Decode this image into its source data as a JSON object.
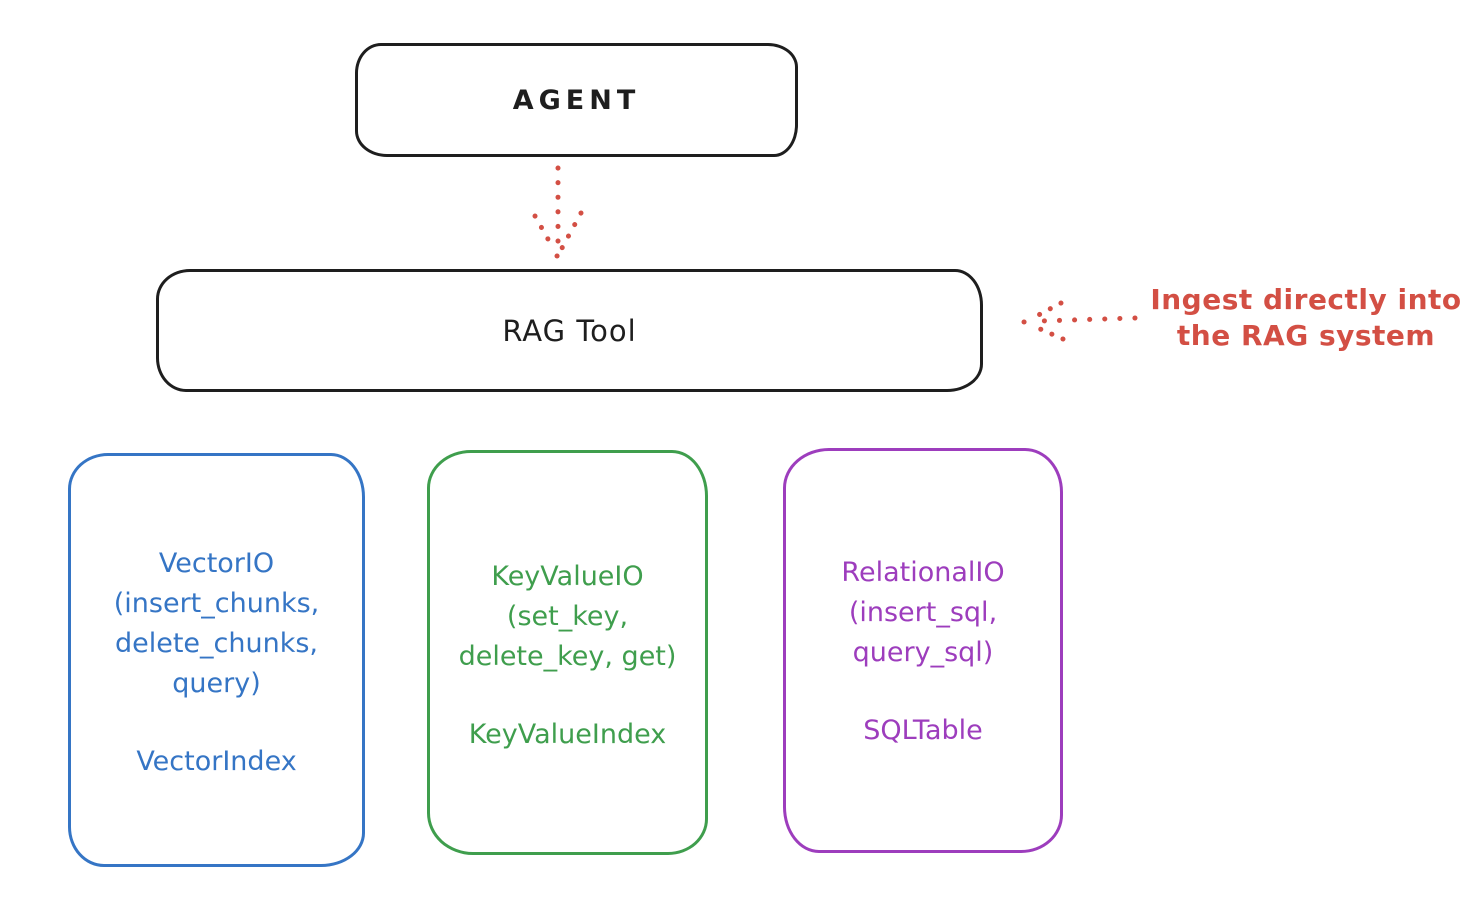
{
  "diagram": {
    "agent_box": {
      "label": "AGENT"
    },
    "rag_tool_box": {
      "label": "RAG Tool"
    },
    "agent_arrow": {
      "style": "dotted",
      "direction": "down",
      "color": "#d34f44"
    },
    "annotation": {
      "line1": "Ingest directly into",
      "line2": "the RAG system",
      "arrow_direction": "left",
      "color": "#d34f44"
    },
    "io_boxes": [
      {
        "name": "VectorIO",
        "color": "#3575c5",
        "lines": [
          "VectorIO",
          "(insert_chunks,",
          "delete_chunks,",
          "query)"
        ],
        "index_label": "VectorIndex"
      },
      {
        "name": "KeyValueIO",
        "color": "#3f9e4d",
        "lines": [
          "KeyValueIO",
          "(set_key,",
          "delete_key, get)"
        ],
        "index_label": "KeyValueIndex"
      },
      {
        "name": "RelationalIO",
        "color": "#9d3dbd",
        "lines": [
          "RelationalIO",
          "(insert_sql,",
          "query_sql)"
        ],
        "index_label": "SQLTable"
      }
    ],
    "colors": {
      "black_stroke": "#1e1e1e",
      "red": "#d34f44",
      "blue": "#3575c5",
      "green": "#3f9e4d",
      "purple": "#9d3dbd"
    }
  }
}
